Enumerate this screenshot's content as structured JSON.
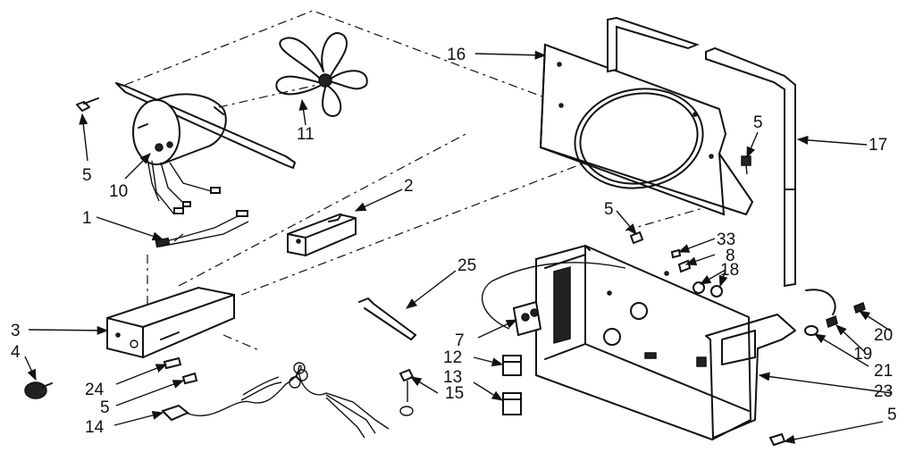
{
  "callouts": {
    "n1": "1",
    "n2": "2",
    "n3": "3",
    "n4": "4",
    "n5a": "5",
    "n5b": "5",
    "n5c": "5",
    "n5d": "5",
    "n5e": "5",
    "n7": "7",
    "n8": "8",
    "n10": "10",
    "n11": "11",
    "n12": "12",
    "n13": "13",
    "n14": "14",
    "n15": "15",
    "n16": "16",
    "n17": "17",
    "n18": "18",
    "n19": "19",
    "n20": "20",
    "n21": "21",
    "n23": "23",
    "n24": "24",
    "n25": "25",
    "n33": "33"
  }
}
